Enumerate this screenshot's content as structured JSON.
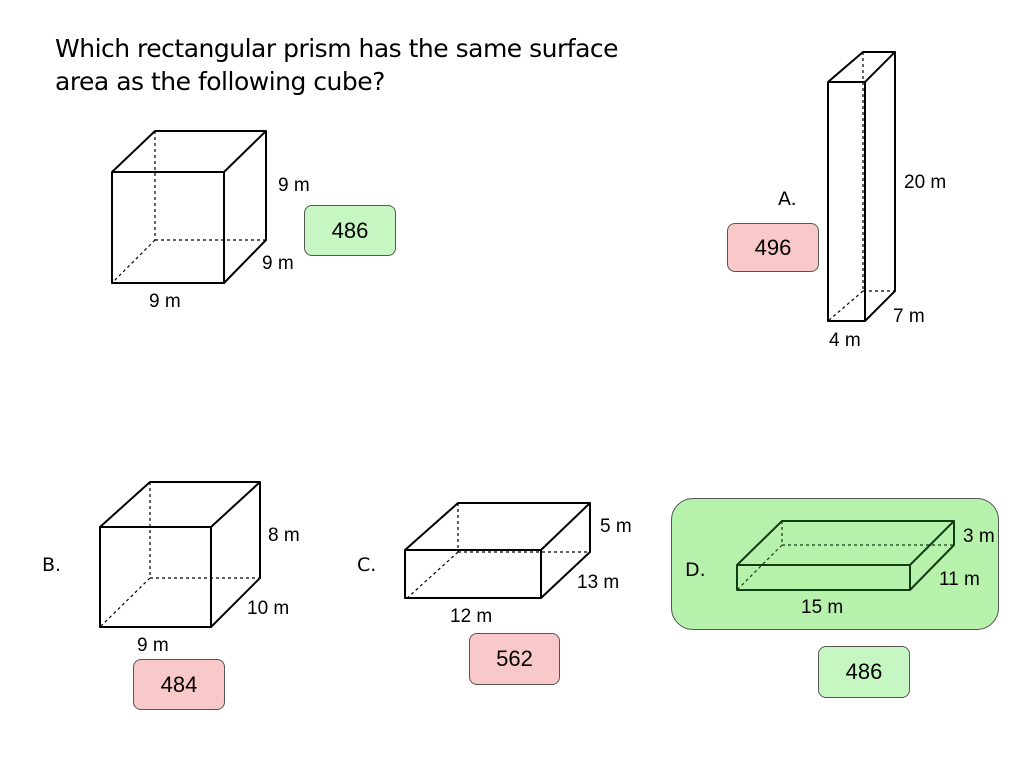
{
  "question": {
    "line1": "Which rectangular prism has the same surface",
    "line2": "area as the following cube?"
  },
  "cube": {
    "labels": {
      "height": "9 m",
      "depth": "9 m",
      "width": "9 m"
    },
    "answer": "486"
  },
  "options": [
    {
      "letter": "A.",
      "labels": {
        "height": "20 m",
        "depth": "7 m",
        "width": "4 m"
      },
      "answer": "496",
      "correct": false
    },
    {
      "letter": "B.",
      "labels": {
        "height": "8 m",
        "depth": "10 m",
        "width": "9 m"
      },
      "answer": "484",
      "correct": false
    },
    {
      "letter": "C.",
      "labels": {
        "height": "5 m",
        "depth": "13 m",
        "width": "12 m"
      },
      "answer": "562",
      "correct": false
    },
    {
      "letter": "D.",
      "labels": {
        "height": "3 m",
        "depth": "11 m",
        "width": "15 m"
      },
      "answer": "486",
      "correct": true
    }
  ],
  "colors": {
    "correct_fill": "#c6f7c2",
    "wrong_fill": "#f9c8c8",
    "highlight_fill": "#b7f2ad",
    "prism_d_stroke": "#123d12"
  }
}
